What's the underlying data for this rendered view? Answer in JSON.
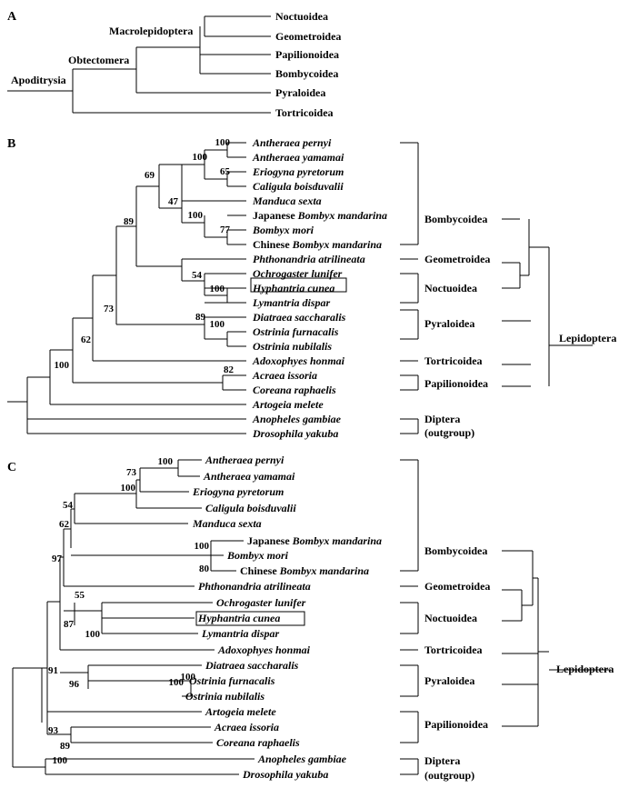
{
  "panels": {
    "a": "A",
    "b": "B",
    "c": "C"
  },
  "tree_a": {
    "root": "Apoditrysia",
    "clade1": "Obtectomera",
    "clade2": "Macrolepidoptera",
    "taxa": [
      "Noctuoidea",
      "Geometroidea",
      "Papilionoidea",
      "Bombycoidea",
      "Pyraloidea",
      "Tortricoidea"
    ]
  },
  "tree_b": {
    "taxa": [
      {
        "label": "Antheraea pernyi"
      },
      {
        "label": "Antheraea yamamai"
      },
      {
        "label": "Eriogyna pyretorum"
      },
      {
        "label": "Caligula boisduvalii"
      },
      {
        "label": "Manduca sexta"
      },
      {
        "prefix": "Japanese ",
        "label": "Bombyx mandarina"
      },
      {
        "label": "Bombyx mori"
      },
      {
        "prefix": "Chinese ",
        "label": "Bombyx mandarina"
      },
      {
        "label": "Phthonandria atrilineata"
      },
      {
        "label": "Ochrogaster lunifer"
      },
      {
        "label": "Hyphantria cunea"
      },
      {
        "label": "Lymantria dispar"
      },
      {
        "label": "Diatraea saccharalis"
      },
      {
        "label": "Ostrinia furnacalis"
      },
      {
        "label": "Ostrinia nubilalis"
      },
      {
        "label": "Adoxophyes honmai"
      },
      {
        "label": "Acraea issoria"
      },
      {
        "label": "Coreana raphaelis"
      },
      {
        "label": "Artogeia melete"
      },
      {
        "label": "Anopheles gambiae"
      },
      {
        "label": "Drosophila yakuba"
      }
    ],
    "bootstrap": [
      "100",
      "100",
      "65",
      "69",
      "47",
      "100",
      "77",
      "89",
      "54",
      "100",
      "73",
      "89",
      "100",
      "62",
      "100",
      "82"
    ],
    "groups": {
      "bombycoidea": "Bombycoidea",
      "geometroidea": "Geometroidea",
      "noctuoidea": "Noctuoidea",
      "pyraloidea": "Pyraloidea",
      "tortricoidea": "Tortricoidea",
      "papilionoidea": "Papilionoidea",
      "lepidoptera": "Lepidoptera",
      "diptera": "Diptera",
      "outgroup": "(outgroup)"
    }
  },
  "tree_c": {
    "taxa": [
      {
        "label": "Antheraea pernyi"
      },
      {
        "label": "Antheraea yamamai"
      },
      {
        "label": "Eriogyna pyretorum"
      },
      {
        "label": "Caligula boisduvalii"
      },
      {
        "label": "Manduca sexta"
      },
      {
        "prefix": "Japanese ",
        "label": "Bombyx mandarina"
      },
      {
        "label": "Bombyx mori"
      },
      {
        "prefix": "Chinese ",
        "label": "Bombyx mandarina"
      },
      {
        "label": "Phthonandria atrilineata"
      },
      {
        "label": "Ochrogaster lunifer"
      },
      {
        "label": "Hyphantria cunea"
      },
      {
        "label": "Lymantria dispar"
      },
      {
        "label": "Adoxophyes honmai"
      },
      {
        "label": "Diatraea saccharalis"
      },
      {
        "label": "Ostrinia furnacalis"
      },
      {
        "label": "Ostrinia nubilalis"
      },
      {
        "label": "Artogeia melete"
      },
      {
        "label": "Acraea issoria"
      },
      {
        "label": "Coreana raphaelis"
      },
      {
        "label": "Anopheles gambiae"
      },
      {
        "label": "Drosophila yakuba"
      }
    ],
    "bootstrap": [
      "100",
      "73",
      "100",
      "54",
      "62",
      "100",
      "80",
      "97",
      "55",
      "87",
      "100",
      "100",
      "91",
      "100",
      "96",
      "93",
      "89",
      "100"
    ],
    "groups": {
      "bombycoidea": "Bombycoidea",
      "geometroidea": "Geometroidea",
      "noctuoidea": "Noctuoidea",
      "tortricoidea": "Tortricoidea",
      "pyraloidea": "Pyraloidea",
      "papilionoidea": "Papilionoidea",
      "lepidoptera": "Lepidoptera",
      "diptera": "Diptera",
      "outgroup": "(outgroup)"
    }
  }
}
